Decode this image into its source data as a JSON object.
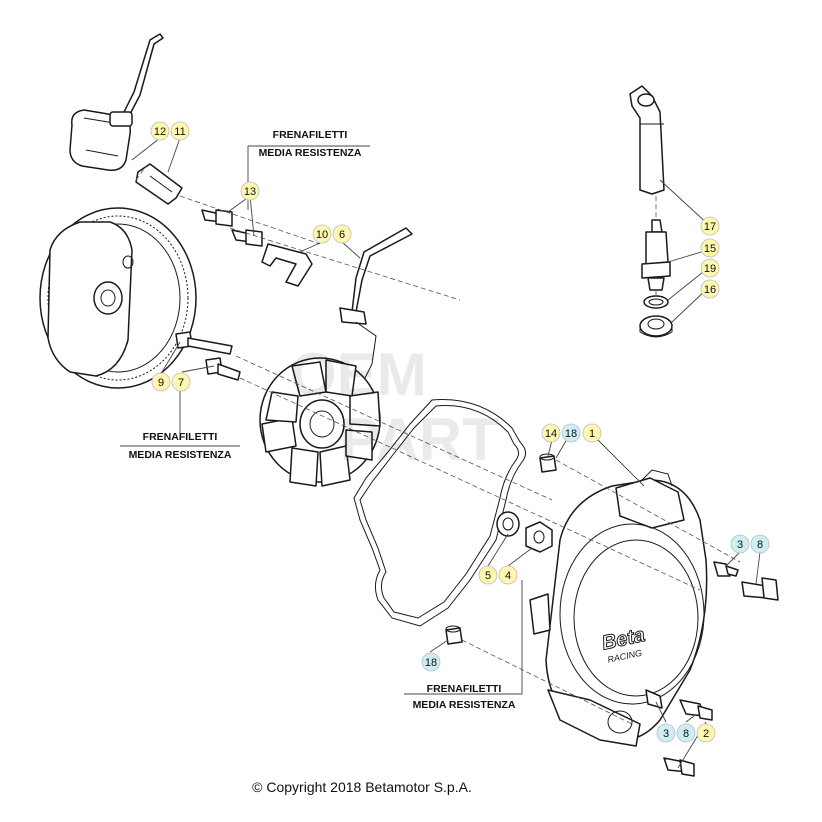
{
  "colors": {
    "callout_yellow": "#fff7b0",
    "callout_blue": "#cdeef4",
    "line": "#1a1a1a"
  },
  "callouts": [
    {
      "id": "c12",
      "label": "12",
      "color": "yellow"
    },
    {
      "id": "c11",
      "label": "11",
      "color": "yellow"
    },
    {
      "id": "c13",
      "label": "13",
      "color": "yellow"
    },
    {
      "id": "c10",
      "label": "10",
      "color": "yellow"
    },
    {
      "id": "c6",
      "label": "6",
      "color": "yellow"
    },
    {
      "id": "c9",
      "label": "9",
      "color": "yellow"
    },
    {
      "id": "c7",
      "label": "7",
      "color": "yellow"
    },
    {
      "id": "c17",
      "label": "17",
      "color": "yellow"
    },
    {
      "id": "c15",
      "label": "15",
      "color": "yellow"
    },
    {
      "id": "c19",
      "label": "19",
      "color": "yellow"
    },
    {
      "id": "c16",
      "label": "16",
      "color": "yellow"
    },
    {
      "id": "c14",
      "label": "14",
      "color": "yellow"
    },
    {
      "id": "c18a",
      "label": "18",
      "color": "blue"
    },
    {
      "id": "c1",
      "label": "1",
      "color": "yellow"
    },
    {
      "id": "c3a",
      "label": "3",
      "color": "blue"
    },
    {
      "id": "c8a",
      "label": "8",
      "color": "blue"
    },
    {
      "id": "c5",
      "label": "5",
      "color": "yellow"
    },
    {
      "id": "c4",
      "label": "4",
      "color": "yellow"
    },
    {
      "id": "c18b",
      "label": "18",
      "color": "blue"
    },
    {
      "id": "c3b",
      "label": "3",
      "color": "blue"
    },
    {
      "id": "c8b",
      "label": "8",
      "color": "blue"
    },
    {
      "id": "c2",
      "label": "2",
      "color": "yellow"
    }
  ],
  "notes": {
    "top": {
      "line1": "FRENAFILETTI",
      "line2": "MEDIA RESISTENZA"
    },
    "left": {
      "line1": "FRENAFILETTI",
      "line2": "MEDIA RESISTENZA"
    },
    "bottom": {
      "line1": "FRENAFILETTI",
      "line2": "MEDIA RESISTENZA"
    }
  },
  "cover_logo": "Beta",
  "cover_logo_sub": "RACING",
  "copyright": "© Copyright 2018 Betamotor S.p.A."
}
